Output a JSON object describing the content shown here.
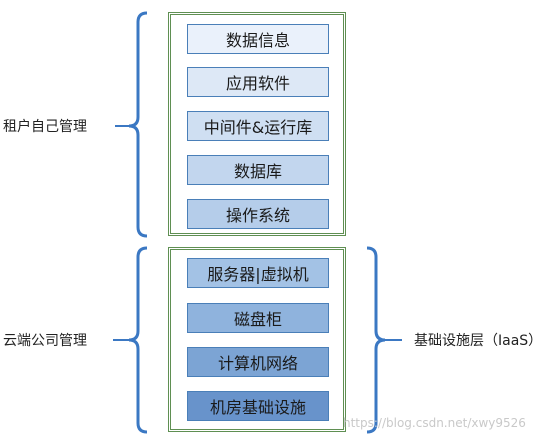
{
  "left_labels": {
    "tenant": "租户自己管理",
    "cloud": "云端公司管理"
  },
  "right_label": "基础设施层（IaaS）",
  "tenant_layers": [
    "数据信息",
    "应用软件",
    "中间件&运行库",
    "数据库",
    "操作系统"
  ],
  "cloud_layers": [
    "服务器|虚拟机",
    "磁盘柜",
    "计算机网络",
    "机房基础设施"
  ],
  "colors": {
    "frame_border": "#5f8f52",
    "brace": "#3b78c3",
    "layer_border": "#4a7fb8",
    "tenant_fills": [
      "#eaf1fb",
      "#dde8f6",
      "#cfdff2",
      "#c2d6ee",
      "#b5cdea"
    ],
    "cloud_fills": [
      "#a3c2e5",
      "#8fb3dd",
      "#7ca4d4",
      "#6893cb"
    ]
  },
  "watermark": "https://blog.csdn.net/xwy9526"
}
